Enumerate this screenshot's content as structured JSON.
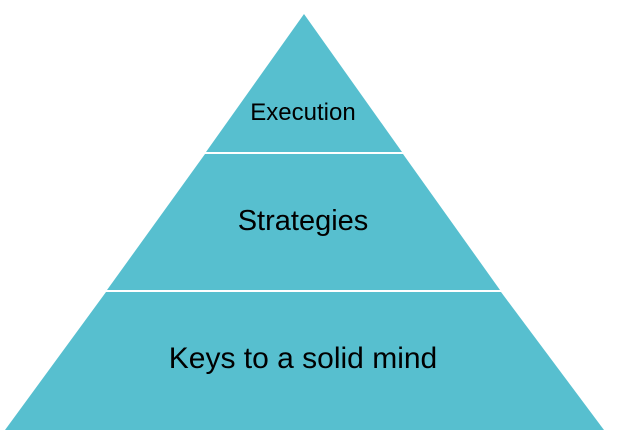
{
  "diagram": {
    "type": "pyramid",
    "fill_color": "#57bfcf",
    "levels": [
      {
        "label": "Execution"
      },
      {
        "label": "Strategies"
      },
      {
        "label": "Keys to a solid mind"
      }
    ]
  }
}
